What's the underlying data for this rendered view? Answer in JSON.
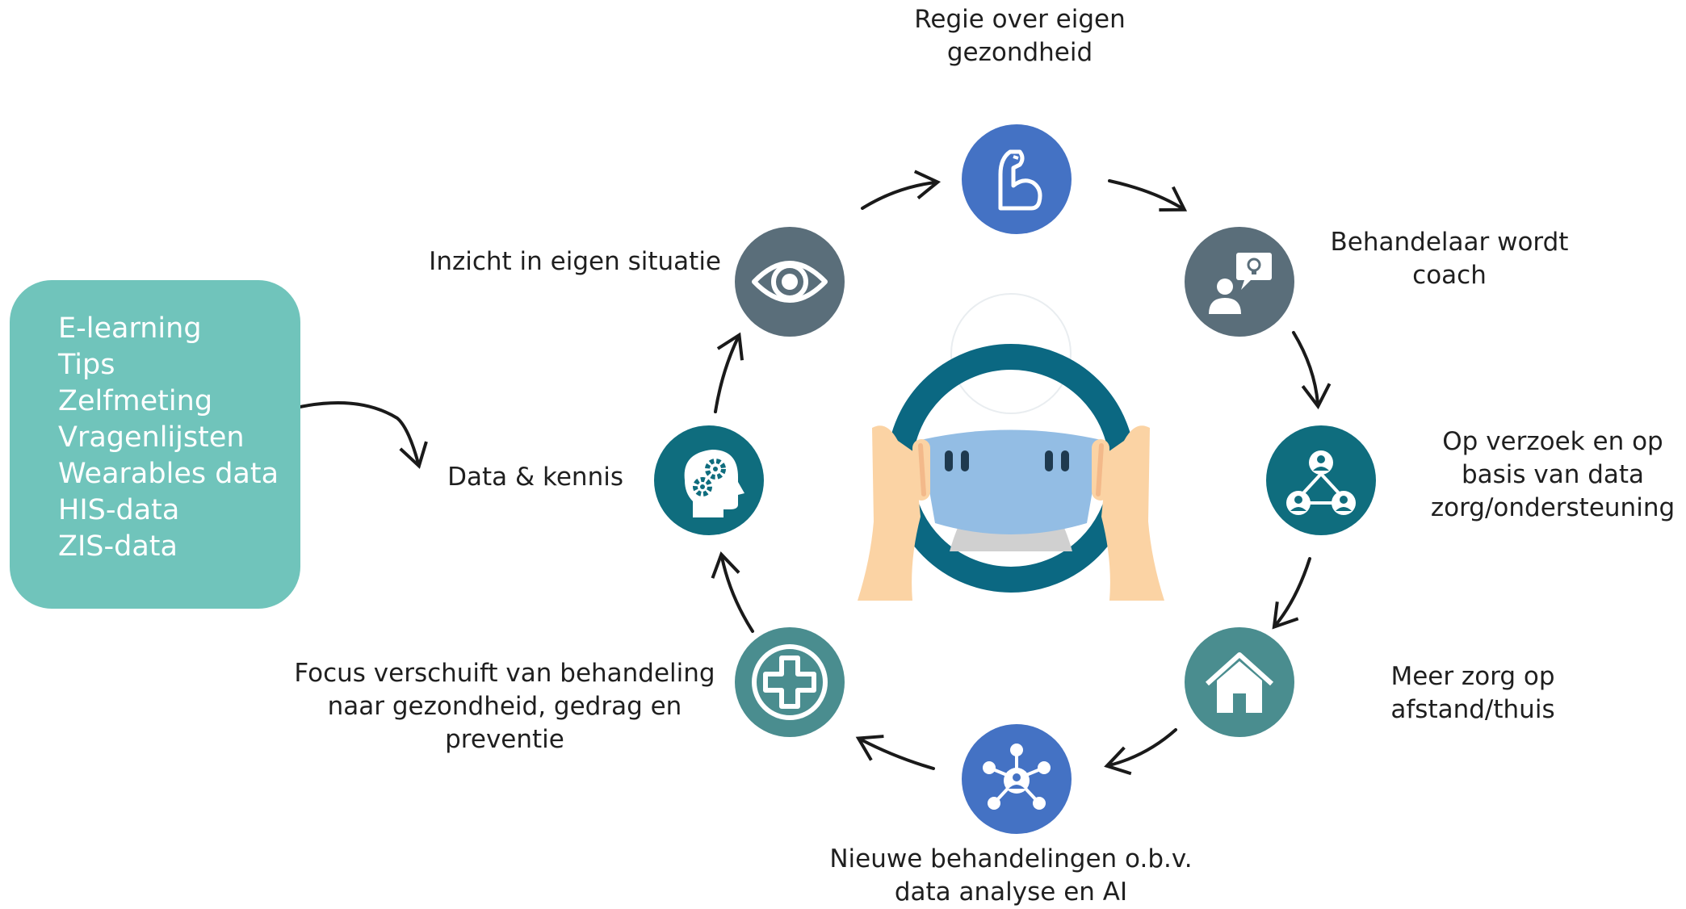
{
  "colors": {
    "blue": "#4472c4",
    "slate": "#5a6e7a",
    "teal_dark": "#0f6d7e",
    "teal_mid": "#4a8d8f",
    "box_teal": "#70c4bb",
    "wheel": "#0b6882",
    "airbag": "#93bde4",
    "hand": "#fbd3a4",
    "hand_shade": "#f3b98a",
    "arrow": "#1a1a1a"
  },
  "source_box": {
    "items": [
      "E-learning",
      "Tips",
      "Zelfmeting",
      "Vragenlijsten",
      "Wearables data",
      "HIS-data",
      "ZIS-data"
    ]
  },
  "nodes": {
    "regie": {
      "icon": "muscle-arm-icon",
      "color": "blue",
      "lines": [
        "Regie over eigen",
        "gezondheid"
      ]
    },
    "coach": {
      "icon": "coach-idea-icon",
      "color": "slate",
      "lines": [
        "Behandelaar wordt",
        "coach"
      ]
    },
    "verzoek": {
      "icon": "network-people-icon",
      "color": "teal_dark",
      "lines": [
        "Op verzoek en op",
        "basis van data",
        "zorg/ondersteuning"
      ]
    },
    "thuis": {
      "icon": "home-icon",
      "color": "teal_mid",
      "lines": [
        "Meer zorg op",
        "afstand/thuis"
      ]
    },
    "ai": {
      "icon": "hub-network-icon",
      "color": "blue",
      "lines": [
        "Nieuwe behandelingen o.b.v.",
        "data analyse en AI"
      ]
    },
    "focus": {
      "icon": "medical-cross-icon",
      "color": "teal_mid",
      "lines": [
        "Focus verschuift van behandeling",
        "naar gezondheid, gedrag en",
        "preventie"
      ]
    },
    "data": {
      "icon": "brain-gears-icon",
      "color": "teal_dark",
      "lines": [
        "Data & kennis"
      ]
    },
    "inzicht": {
      "icon": "eye-icon",
      "color": "slate",
      "lines": [
        "Inzicht in eigen situatie"
      ]
    }
  },
  "center_illustration": {
    "icon": "steering-wheel-hands-icon"
  }
}
